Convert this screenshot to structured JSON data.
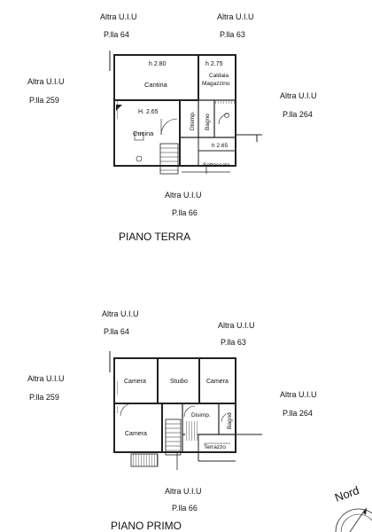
{
  "neighbor": "Altra U.I.U",
  "plots": {
    "p64": "P.lla 64",
    "p63": "P.lla 63",
    "p259": "P.lla 259",
    "p264": "P.lla 264",
    "p66": "P.lla 66"
  },
  "ground_floor": {
    "title": "PIANO TERRA",
    "rooms": {
      "cantina": "Cantina",
      "cantina_h": "h 2.80",
      "caldaia": "Caldaia",
      "magazzino": "Magazzino",
      "magazzino_h": "h 2.75",
      "cucina": "Cucina",
      "cucina_h": "H. 2.65",
      "disimp": "Disimp.",
      "bagno": "Bagno",
      "sottoscala_h": "h 2.65",
      "sottoscala": "Sottoscala"
    }
  },
  "first_floor": {
    "title": "PIANO PRIMO",
    "rooms": {
      "camera1": "Camera",
      "studio": "Studio",
      "camera2": "Camera",
      "camera3": "Camera",
      "disimp": "Disimp.",
      "bagno": "Bagno",
      "terrazzo": "Terrazzo"
    }
  },
  "north": "Nord"
}
